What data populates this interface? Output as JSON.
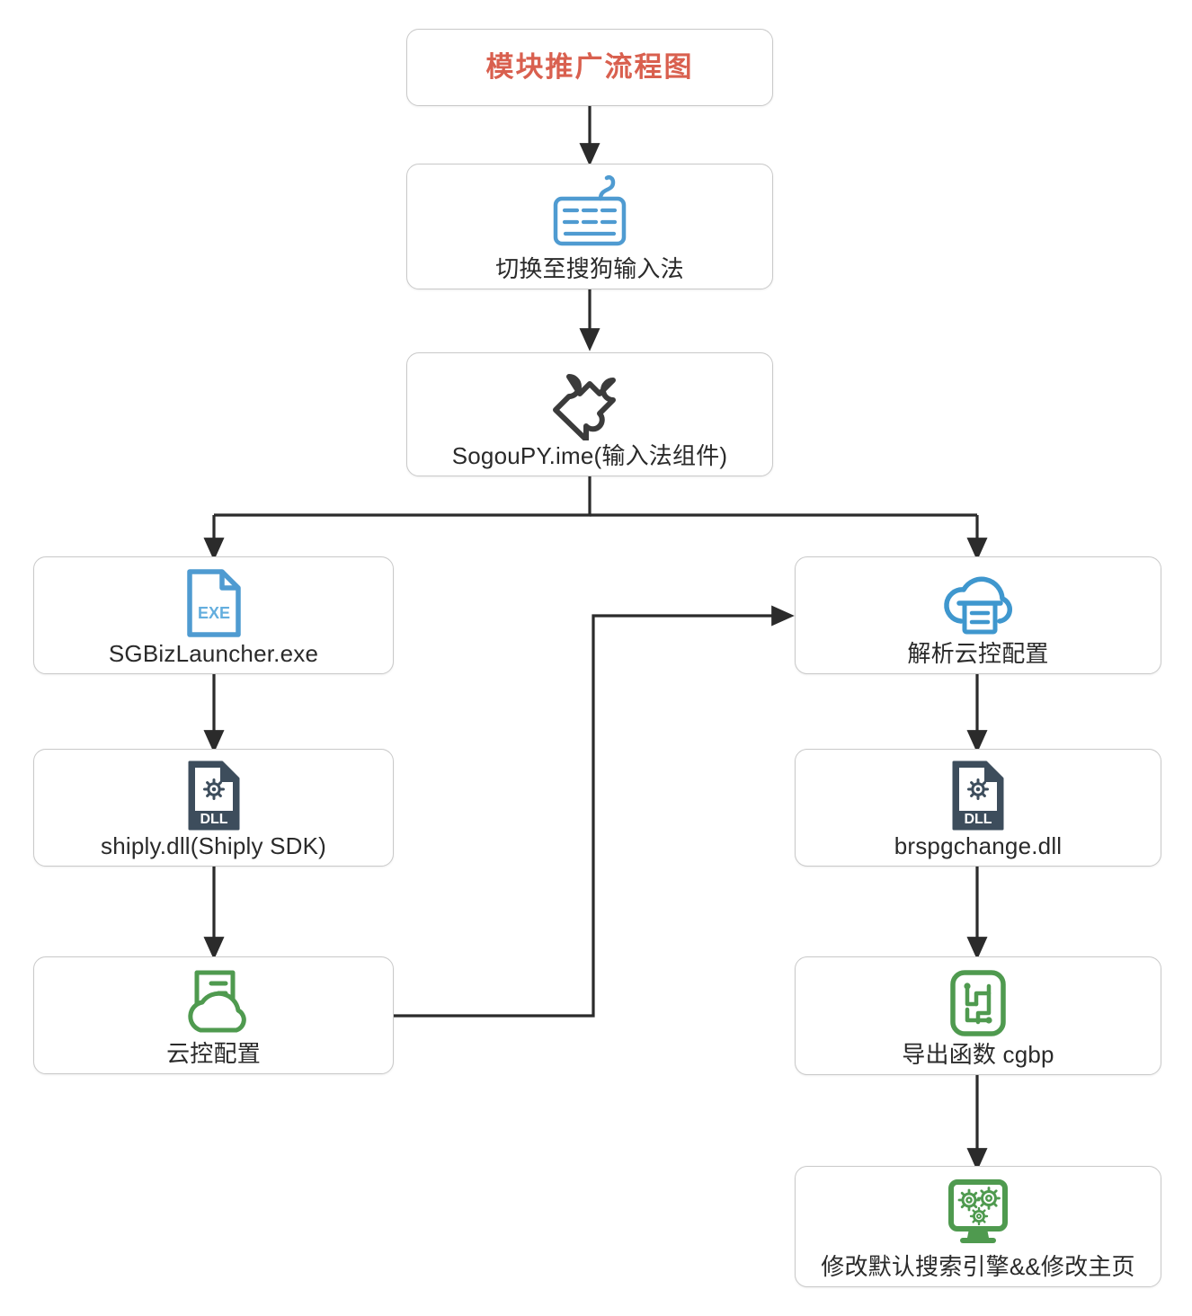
{
  "diagram": {
    "title_node": {
      "label": "模块推广流程图",
      "color": "#d9604f"
    },
    "nodes": [
      {
        "id": "switch-ime",
        "label": "切换至搜狗输入法",
        "icon": "keyboard-icon",
        "icon_color": "#4f9bd1"
      },
      {
        "id": "sogoupy-ime",
        "label": "SogouPY.ime(输入法组件)",
        "icon": "puzzle-piece-icon",
        "icon_color": "#3b3b3b"
      },
      {
        "id": "sgbizlauncher",
        "label": "SGBizLauncher.exe",
        "icon": "exe-file-icon",
        "icon_text": "EXE",
        "icon_color": "#4f9bd1"
      },
      {
        "id": "shiply-dll",
        "label": "shiply.dll(Shiply SDK)",
        "icon": "dll-file-icon",
        "icon_text": "DLL",
        "icon_color": "#3d4d5c"
      },
      {
        "id": "cloud-config",
        "label": "云控配置",
        "icon": "cloud-document-icon",
        "icon_color": "#4f9a4f"
      },
      {
        "id": "parse-cloud-config",
        "label": "解析云控配置",
        "icon": "cloud-parse-icon",
        "icon_color": "#3f97ce"
      },
      {
        "id": "brspgchange-dll",
        "label": "brspgchange.dll",
        "icon": "dll-file-icon",
        "icon_text": "DLL",
        "icon_color": "#3d4d5c"
      },
      {
        "id": "export-function-cgbp",
        "label": "导出函数 cgbp",
        "icon": "circuit-function-icon",
        "icon_color": "#4f9a4f"
      },
      {
        "id": "modify-search-homepage",
        "label": "修改默认搜索引擎&&修改主页",
        "icon": "monitor-gears-icon",
        "icon_color": "#4f9a4f"
      }
    ],
    "edges": [
      {
        "from": "title",
        "to": "switch-ime",
        "type": "straight-down"
      },
      {
        "from": "switch-ime",
        "to": "sogoupy-ime",
        "type": "straight-down"
      },
      {
        "from": "sogoupy-ime",
        "to": "sgbizlauncher",
        "type": "branch-left"
      },
      {
        "from": "sogoupy-ime",
        "to": "parse-cloud-config",
        "type": "branch-right"
      },
      {
        "from": "sgbizlauncher",
        "to": "shiply-dll",
        "type": "straight-down"
      },
      {
        "from": "shiply-dll",
        "to": "cloud-config",
        "type": "straight-down"
      },
      {
        "from": "cloud-config",
        "to": "parse-cloud-config",
        "type": "elbow-right-up"
      },
      {
        "from": "parse-cloud-config",
        "to": "brspgchange-dll",
        "type": "straight-down"
      },
      {
        "from": "brspgchange-dll",
        "to": "export-function-cgbp",
        "type": "straight-down"
      },
      {
        "from": "export-function-cgbp",
        "to": "modify-search-homepage",
        "type": "straight-down"
      }
    ],
    "edge_color": "#2b2b2b",
    "node_border_color": "#c9c9c9"
  }
}
